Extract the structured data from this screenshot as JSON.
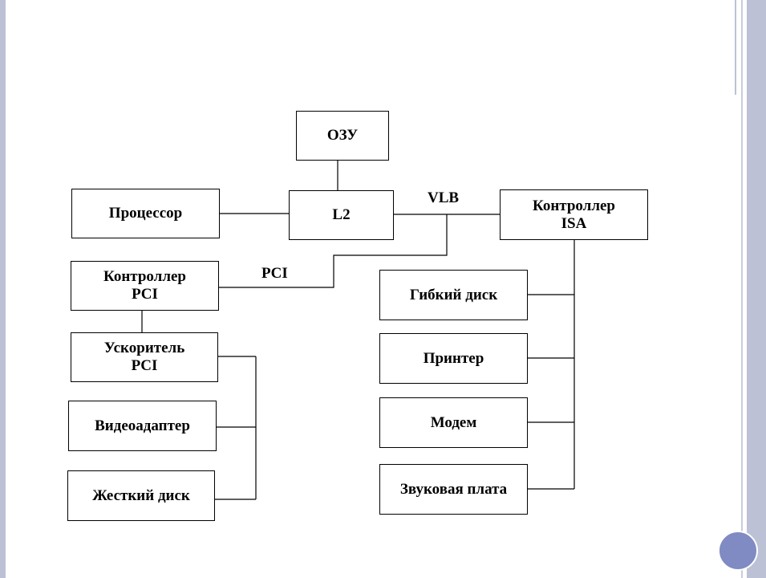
{
  "diagram": {
    "nodes": {
      "ozu": "ОЗУ",
      "l2": "L2",
      "processor": "Процессор",
      "isa_controller": "Контроллер\nISA",
      "pci_controller": "Контроллер\nPCI",
      "pci_accelerator": "Ускоритель\nPCI",
      "video_adapter": "Видеоадаптер",
      "hard_disk": "Жесткий диск",
      "floppy_disk": "Гибкий диск",
      "printer": "Принтер",
      "modem": "Модем",
      "sound_card": "Звуковая плата"
    },
    "bus_labels": {
      "vlb": "VLB",
      "pci": "PCI"
    }
  },
  "theme": {
    "accent": "#7f8bc2",
    "band": "#bdc1d6"
  }
}
